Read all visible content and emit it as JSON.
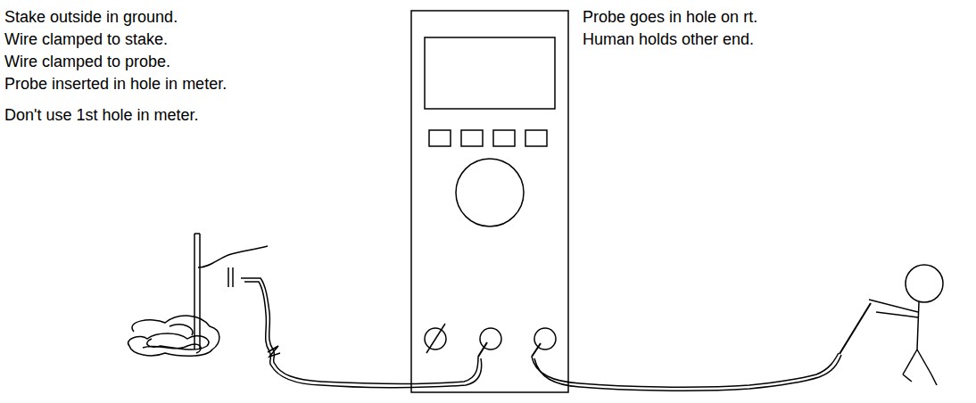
{
  "diagram": {
    "labels": [
      "Stake outside in ground.",
      "Wire clamped to stake.",
      "Wire clamped to probe.",
      "Probe inserted in hole in meter.",
      "Don't use 1st hole in meter.",
      "Probe goes in hole on rt.",
      "Human holds other end."
    ]
  }
}
